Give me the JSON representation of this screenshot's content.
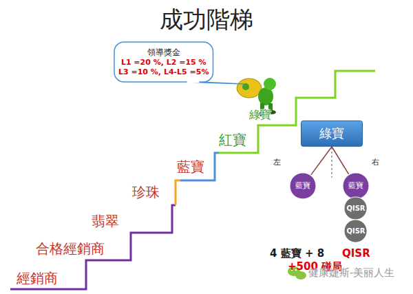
{
  "diagram": {
    "title": "成功階梯",
    "nodes": [
      {
        "text": [
          "領導獎金",
          "L1 =20 %, L2 =15 %",
          "L3 =10 %, L4-L5 =5%"
        ]
      },
      {
        "text": [
          "綠寶"
        ]
      },
      {
        "text": [
          "藍寶"
        ]
      },
      {
        "text": [
          "藍寶"
        ]
      },
      {
        "text": [
          "QISR"
        ]
      },
      {
        "text": [
          "QISR"
        ]
      }
    ],
    "edges": [
      {
        "from": 1,
        "to": 2,
        "arrow": "none"
      },
      {
        "from": 1,
        "to": 3,
        "arrow": "none"
      }
    ],
    "labels": [
      "經銷商",
      "合格經銷商",
      "翡翠",
      "珍珠",
      "藍寶",
      "紅寶",
      "綠寶",
      "左",
      "右",
      "4 藍寶 + 8",
      "QISR",
      "+500 碰局",
      "健康婕斯-美丽人生"
    ]
  }
}
